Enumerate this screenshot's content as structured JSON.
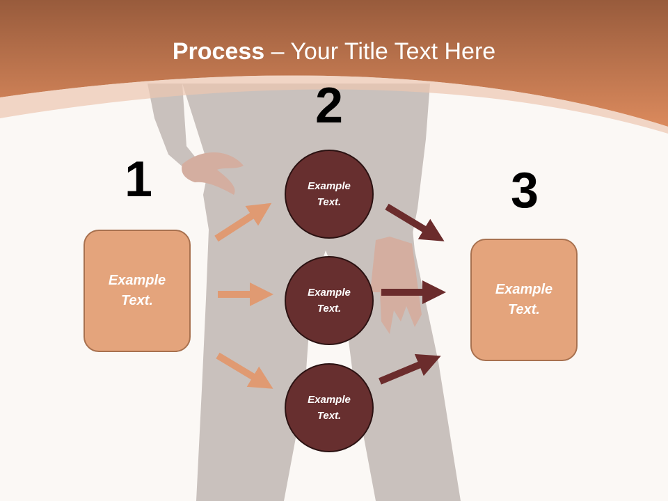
{
  "slide": {
    "title": {
      "bold": "Process",
      "rest": " – Your Title Text Here"
    },
    "steps": [
      {
        "number": "1",
        "text_line1": "Example",
        "text_line2": "Text."
      },
      {
        "number": "2"
      },
      {
        "number": "3",
        "text_line1": "Example",
        "text_line2": "Text."
      }
    ],
    "circles": [
      {
        "text_line1": "Example",
        "text_line2": "Text."
      },
      {
        "text_line1": "Example",
        "text_line2": "Text."
      },
      {
        "text_line1": "Example",
        "text_line2": "Text."
      }
    ]
  },
  "colors": {
    "header": "#d4855a",
    "box_fill": "#e4a47c",
    "circle_fill": "#672f2f",
    "arrow_light": "#e09a72",
    "arrow_dark": "#6b2c2c"
  }
}
